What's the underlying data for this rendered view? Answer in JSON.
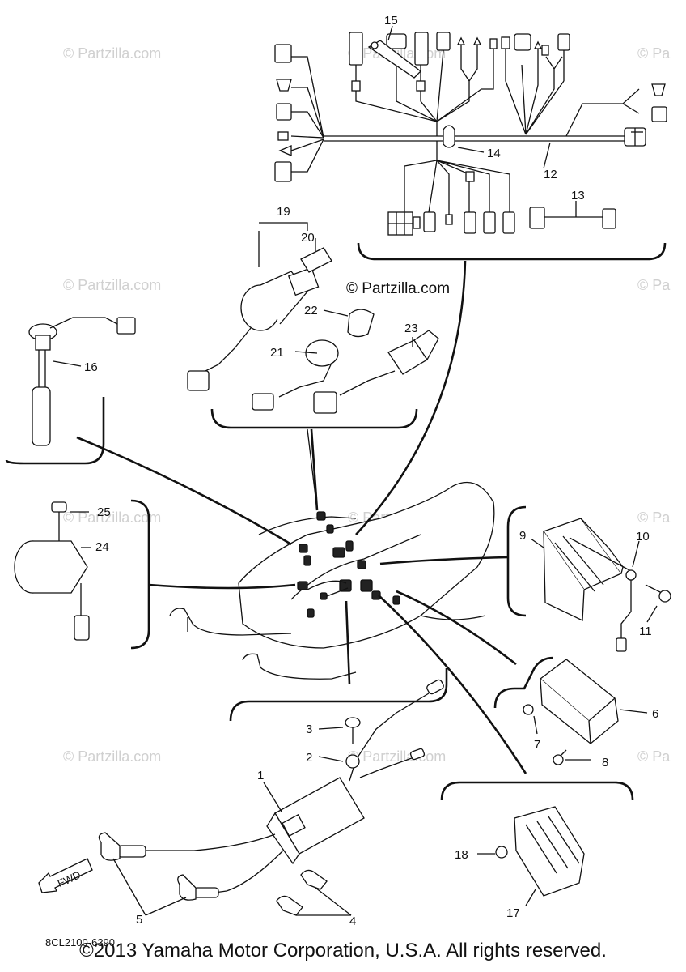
{
  "watermarks": [
    "© Partzilla.com",
    "© Partzilla.com",
    "© Pa",
    "© Pa",
    "© Partzilla.com",
    "© Partzilla.com",
    "© Pa",
    "© Partzilla.com",
    "© Partzilla.com",
    "© Pa"
  ],
  "center_watermark": "© Partzilla.com",
  "callouts": {
    "c1": "1",
    "c2": "2",
    "c3": "3",
    "c4": "4",
    "c5": "5",
    "c6": "6",
    "c7": "7",
    "c8": "8",
    "c9": "9",
    "c10": "10",
    "c11": "11",
    "c12": "12",
    "c13": "13",
    "c14": "14",
    "c15": "15",
    "c16": "16",
    "c17": "17",
    "c18": "18",
    "c19": "19",
    "c20": "20",
    "c21": "21",
    "c22": "22",
    "c23": "23",
    "c24": "24",
    "c25": "25"
  },
  "fwd_label": "FWD",
  "diagram_code": "8CL2100-6390",
  "copyright": "©2013 Yamaha Motor Corporation, U.S.A. All rights reserved."
}
